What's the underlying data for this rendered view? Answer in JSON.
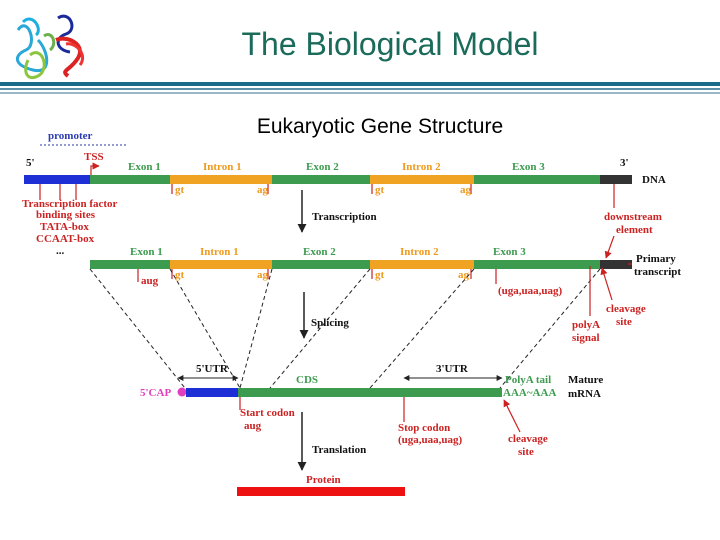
{
  "slide": {
    "title": "The Biological Model",
    "subtitle": "Eukaryotic Gene Structure"
  },
  "colors": {
    "title": "#1a6b5a",
    "exon": "#3c9b4f",
    "intron": "#f0a323",
    "utr": "#1f2fd6",
    "tail": "#222222",
    "protein": "#ee1111",
    "annotation": "#cc2222",
    "cap": "#e040c0"
  },
  "dna": {
    "promoter": "promoter",
    "five_prime": "5'",
    "tss": "TSS",
    "exon1": "Exon 1",
    "intron1": "Intron 1",
    "exon2": "Exon 2",
    "intron2": "Intron 2",
    "exon3": "Exon 3",
    "three_prime": "3'",
    "label": "DNA",
    "gt1": "gt",
    "ag1": "ag",
    "gt2": "gt",
    "ag2": "ag",
    "tf_lines": [
      "Transcription factor",
      "binding sites",
      "TATA-box",
      "CCAAT-box",
      "..."
    ]
  },
  "transcription": {
    "label": "Transcription",
    "downstream": [
      "downstream",
      "element"
    ]
  },
  "primary": {
    "exon1": "Exon 1",
    "intron1": "Intron 1",
    "exon2": "Exon 2",
    "intron2": "Intron 2",
    "exon3": "Exon 3",
    "label": [
      "Primary",
      "transcript"
    ],
    "aug": "aug",
    "gt1": "gt",
    "ag1": "ag",
    "gt2": "gt",
    "ag2": "ag",
    "stop_codons": "(uga,uaa,uag)"
  },
  "splicing": {
    "label": "Splicing",
    "cleavage": [
      "cleavage",
      "site"
    ],
    "polya": [
      "polyA",
      "signal"
    ]
  },
  "mrna": {
    "utr5": "5'UTR",
    "cds": "CDS",
    "utr3": "3'UTR",
    "cap": "5'CAP",
    "polya_tail": [
      "PolyA tail",
      "AAA~AAA"
    ],
    "label": [
      "Mature",
      "mRNA"
    ],
    "start_codon": [
      "Start codon",
      "aug"
    ],
    "stop_codon": [
      "Stop codon",
      "(uga,uaa,uag)"
    ],
    "cleavage": [
      "cleavage",
      "site"
    ]
  },
  "translation": {
    "label": "Translation",
    "protein": "Protein"
  }
}
